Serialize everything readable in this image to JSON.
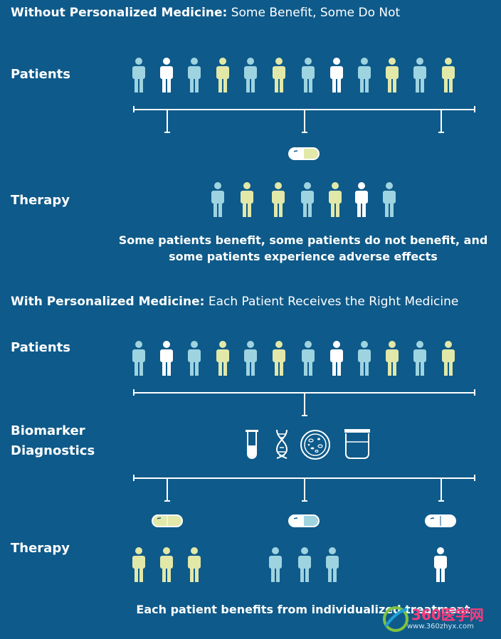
{
  "section1": {
    "title_bold": "Without Personalized Medicine:",
    "title_rest": " Some Benefit, Some Do Not",
    "patients_label": "Patients",
    "therapy_label": "Therapy",
    "caption_line1": "Some patients benefit, some patients do not benefit, and",
    "caption_line2": "some patients experience adverse effects"
  },
  "section2": {
    "title_bold": "With Personalized Medicine:",
    "title_rest": " Each Patient Receives the Right Medicine",
    "patients_label": "Patients",
    "biomarker_label_line1": "Biomarker",
    "biomarker_label_line2": "Diagnostics",
    "therapy_label": "Therapy",
    "caption": "Each patient benefits from individualized treatment"
  },
  "watermark": {
    "brand": "360医学网",
    "url": "www.360zhyx.com"
  },
  "colors": {
    "background": "#0e5a8a",
    "blue": "#9ed3e0",
    "yellow": "#e2e8a8",
    "white": "#ffffff"
  },
  "icons": [
    "person-icon",
    "pill-icon",
    "test-tube-icon",
    "dna-icon",
    "petri-dish-icon",
    "sample-jar-icon"
  ]
}
